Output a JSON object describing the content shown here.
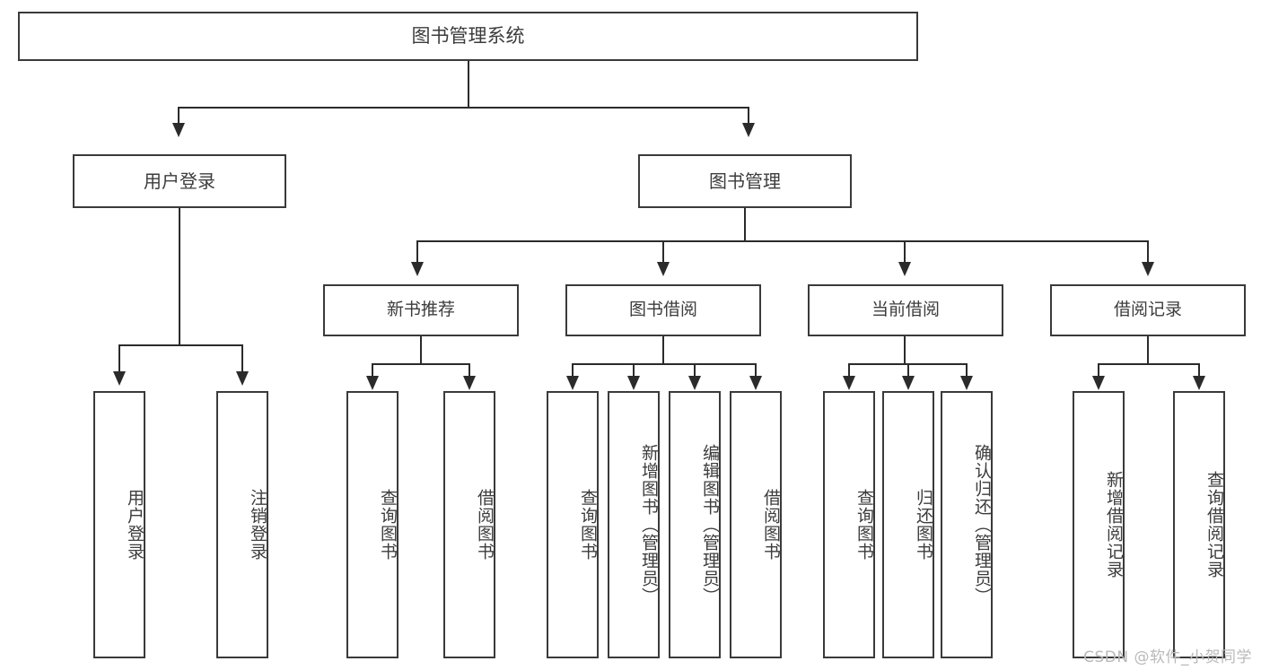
{
  "diagram": {
    "title": "图书管理系统",
    "type": "tree",
    "watermark": "CSDN @软件_小贺同学",
    "colors": {
      "box_border": "#3a3a3a",
      "connector": "#2b2b2b",
      "text": "#3c3c3c",
      "background": "#ffffff",
      "watermark": "#b9b9b9"
    },
    "root": {
      "label": "图书管理系统"
    },
    "level2": [
      {
        "label": "用户登录"
      },
      {
        "label": "图书管理"
      }
    ],
    "level3": [
      {
        "label": "新书推荐"
      },
      {
        "label": "图书借阅"
      },
      {
        "label": "当前借阅"
      },
      {
        "label": "借阅记录"
      }
    ],
    "leaves": {
      "user_login": [
        {
          "label": "用户登录"
        },
        {
          "label": "注销登录"
        }
      ],
      "new_book": [
        {
          "label": "查询图书"
        },
        {
          "label": "借阅图书"
        }
      ],
      "book_borrow": [
        {
          "label": "查询图书"
        },
        {
          "label": "新增图书（管理员）"
        },
        {
          "label": "编辑图书（管理员）"
        },
        {
          "label": "借阅图书"
        }
      ],
      "current_borrow": [
        {
          "label": "查询图书"
        },
        {
          "label": "归还图书"
        },
        {
          "label": "确认归还（管理员）"
        }
      ],
      "borrow_record": [
        {
          "label": "新增借阅记录"
        },
        {
          "label": "查询借阅记录"
        }
      ]
    }
  }
}
